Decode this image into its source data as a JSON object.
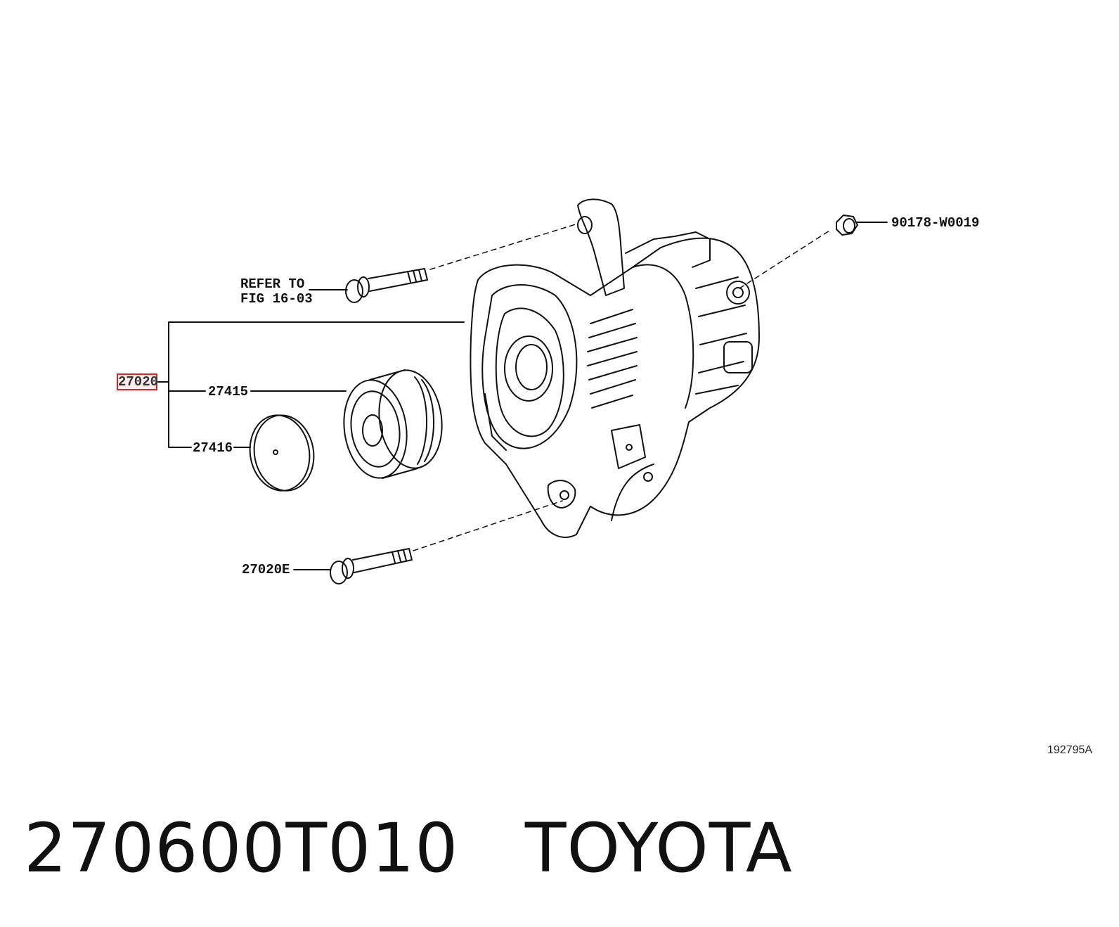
{
  "diagram": {
    "labels": {
      "refer_to_line1": "REFER TO",
      "refer_to_line2": "FIG 16-03",
      "nut": "90178-W0019",
      "assembly": "27020",
      "pulley": "27415",
      "cap": "27416",
      "bolt": "27020E"
    },
    "highlight_color": "#e02020",
    "ref_number": "192795A"
  },
  "caption": {
    "part_number": "270600T010",
    "brand": "TOYOTA"
  }
}
